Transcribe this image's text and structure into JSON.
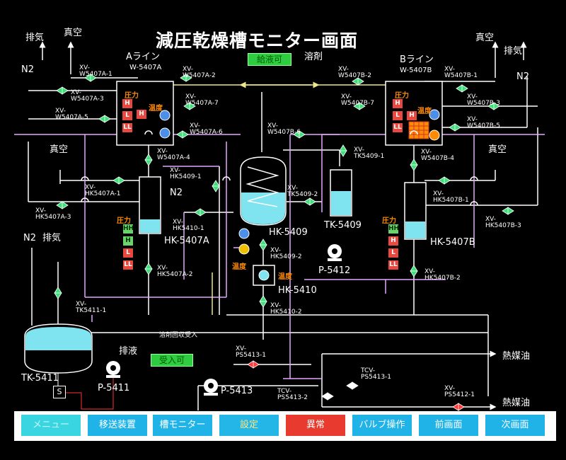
{
  "title": "減圧乾燥槽モニター画面",
  "badges": {
    "supply": "給液可",
    "receive": "受入可"
  },
  "labels": {
    "haiki_left": "排気",
    "shinku_left": "真空",
    "n2_left": "N2",
    "line_a": "Aライン",
    "line_a_tag": "W-5407A",
    "line_b": "Bライン",
    "line_b_tag": "W-5407B",
    "solvent": "溶剤",
    "shinku_right": "真空",
    "haiki_right": "排気",
    "n2_right": "N2",
    "shinku_mid_left": "真空",
    "shinku_mid_right": "真空",
    "n2_mid": "N2",
    "n2_bottom": "N2",
    "haiki_bottom": "排気",
    "drain": "排液",
    "heat_oil_1": "熱媒油",
    "heat_oil_2": "熱媒油",
    "pressure_a": "圧力",
    "temp_a": "温度",
    "pressure_b": "圧力",
    "temp_b": "温度",
    "pressure_hka": "圧力",
    "pressure_hkb": "圧力",
    "temp_mid": "温度",
    "temp_hk5410": "温度",
    "note_receive": "溶剤回収受入",
    "s_box": "S"
  },
  "equipment": {
    "hk5407a": "HK-5407A",
    "hk5407b": "HK-5407B",
    "hk5409": "HK-5409",
    "tk5409": "TK-5409",
    "hk5410": "HK-5410",
    "p5412": "P-5412",
    "tk5411": "TK-5411",
    "p5411": "P-5411",
    "p5413": "P-5413"
  },
  "valves": {
    "xv5407a1": "XV-\nW5407A-1",
    "xv5407a3": "XV-\nW5407A-3",
    "xv5407a5": "XV-\nW5407A-5",
    "xv5407a2": "XV-\nW5407A-2",
    "xv5407a7": "XV-\nW5407A-7",
    "xv5407a6": "XV-\nW5407A-6",
    "xv5407a4": "XV-\nW5407A-4",
    "xv5407b2": "XV-\nW5407B-2",
    "xv5407b7": "XV-\nW5407B-7",
    "xv5407b6": "XV-\nW5407B-6",
    "xv5407b1": "XV-\nW5407B-1",
    "xv5407b3": "XV-\nW5407B-3",
    "xv5407b5": "XV-\nW5407B-5",
    "xv5407b4": "XV-\nW5407B-4",
    "xvtk54091": "XV-\nTK5409-1",
    "xvhk54091": "XV-\nHK5409-1",
    "xvhk5407a1": "XV-\nHK5407A-1",
    "xvhk5407a3": "XV-\nHK5407A-3",
    "xvtk54092": "XV-\nTK5409-2",
    "xvhk5407b1": "XV-\nHK5407B-1",
    "xvhk5407b3": "XV-\nHK5407B-3",
    "xvhk54101": "XV-\nHK5410-1",
    "xvhk54092": "XV-\nHK5409-2",
    "xvhk5407a2": "XV-\nHK5407A-2",
    "xvhk5407b2": "XV-\nHK5407B-2",
    "xvtk54111": "XV-\nTK5411-1",
    "xvhk54102": "XV-\nHK5410-2",
    "xvps54131": "XV-\nPS5413-1",
    "tcv54131": "TCV-\nPS5413-1",
    "tcv54132": "TCV-\nPS5413-2",
    "xvps54121": "XV-\nPS5412-1"
  },
  "nav": [
    {
      "label": "メニュー",
      "style": "menu"
    },
    {
      "label": "移送装置",
      "style": "cyan"
    },
    {
      "label": "槽モニター",
      "style": "cyan"
    },
    {
      "label": "設定",
      "style": "yellow"
    },
    {
      "label": "異常",
      "style": "red"
    },
    {
      "label": "バルブ操作",
      "style": "cyan"
    },
    {
      "label": "前画面",
      "style": "cyan"
    },
    {
      "label": "次画面",
      "style": "cyan"
    }
  ],
  "colors": {
    "pipe_white": "#ffffff",
    "pipe_pink": "#e6a8ff",
    "pipe_yellow": "#f0e68c",
    "valve_green": "#3fe07a",
    "valve_red": "#ff3b3b",
    "liquid": "#7fe3f0",
    "badge_green": "#2ecc40"
  }
}
